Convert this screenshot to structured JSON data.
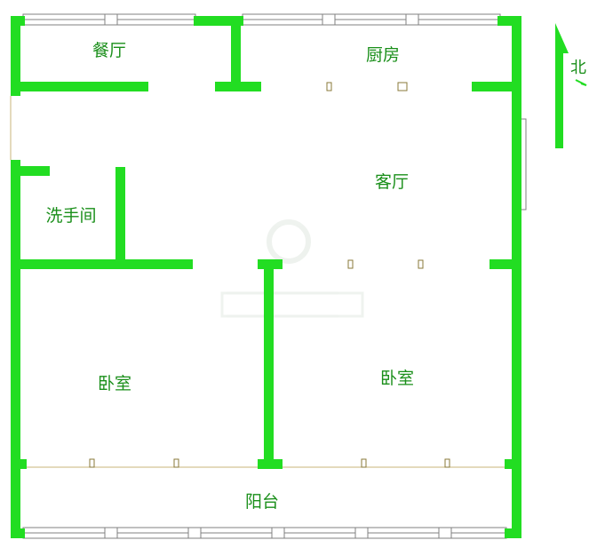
{
  "colors": {
    "wall": "#22dd22",
    "window": "#808080",
    "label": "#1a8f1a",
    "opening_line": "#c8b57a"
  },
  "rooms": {
    "dining": "餐厅",
    "kitchen": "厨房",
    "living": "客厅",
    "bathroom": "洗手间",
    "bedroom_left": "卧室",
    "bedroom_right": "卧室",
    "balcony": "阳台"
  },
  "compass": {
    "label": "北",
    "icon": "north-arrow-icon"
  }
}
